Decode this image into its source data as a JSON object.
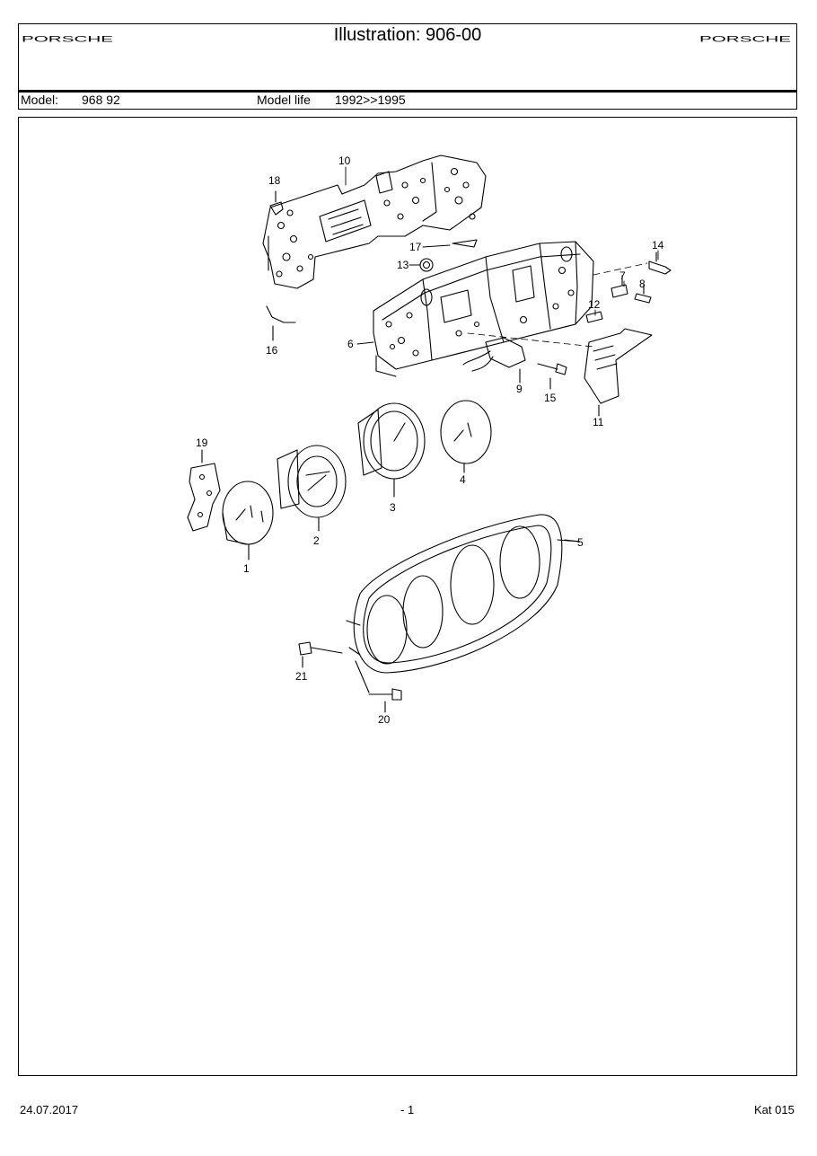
{
  "header": {
    "title": "Illustration: 906-00",
    "brand_left": "PORSCHE",
    "brand_right": "PORSCHE",
    "model_label": "Model:",
    "model_value": "968 92",
    "model_life_label": "Model life",
    "model_life_value": "1992>>1995"
  },
  "callouts": [
    "1",
    "2",
    "3",
    "4",
    "5",
    "6",
    "7",
    "8",
    "9",
    "10",
    "11",
    "12",
    "13",
    "14",
    "15",
    "16",
    "17",
    "18",
    "19",
    "20",
    "21"
  ],
  "footer": {
    "date": "24.07.2017",
    "page": "- 1",
    "catalog": "Kat 015"
  }
}
